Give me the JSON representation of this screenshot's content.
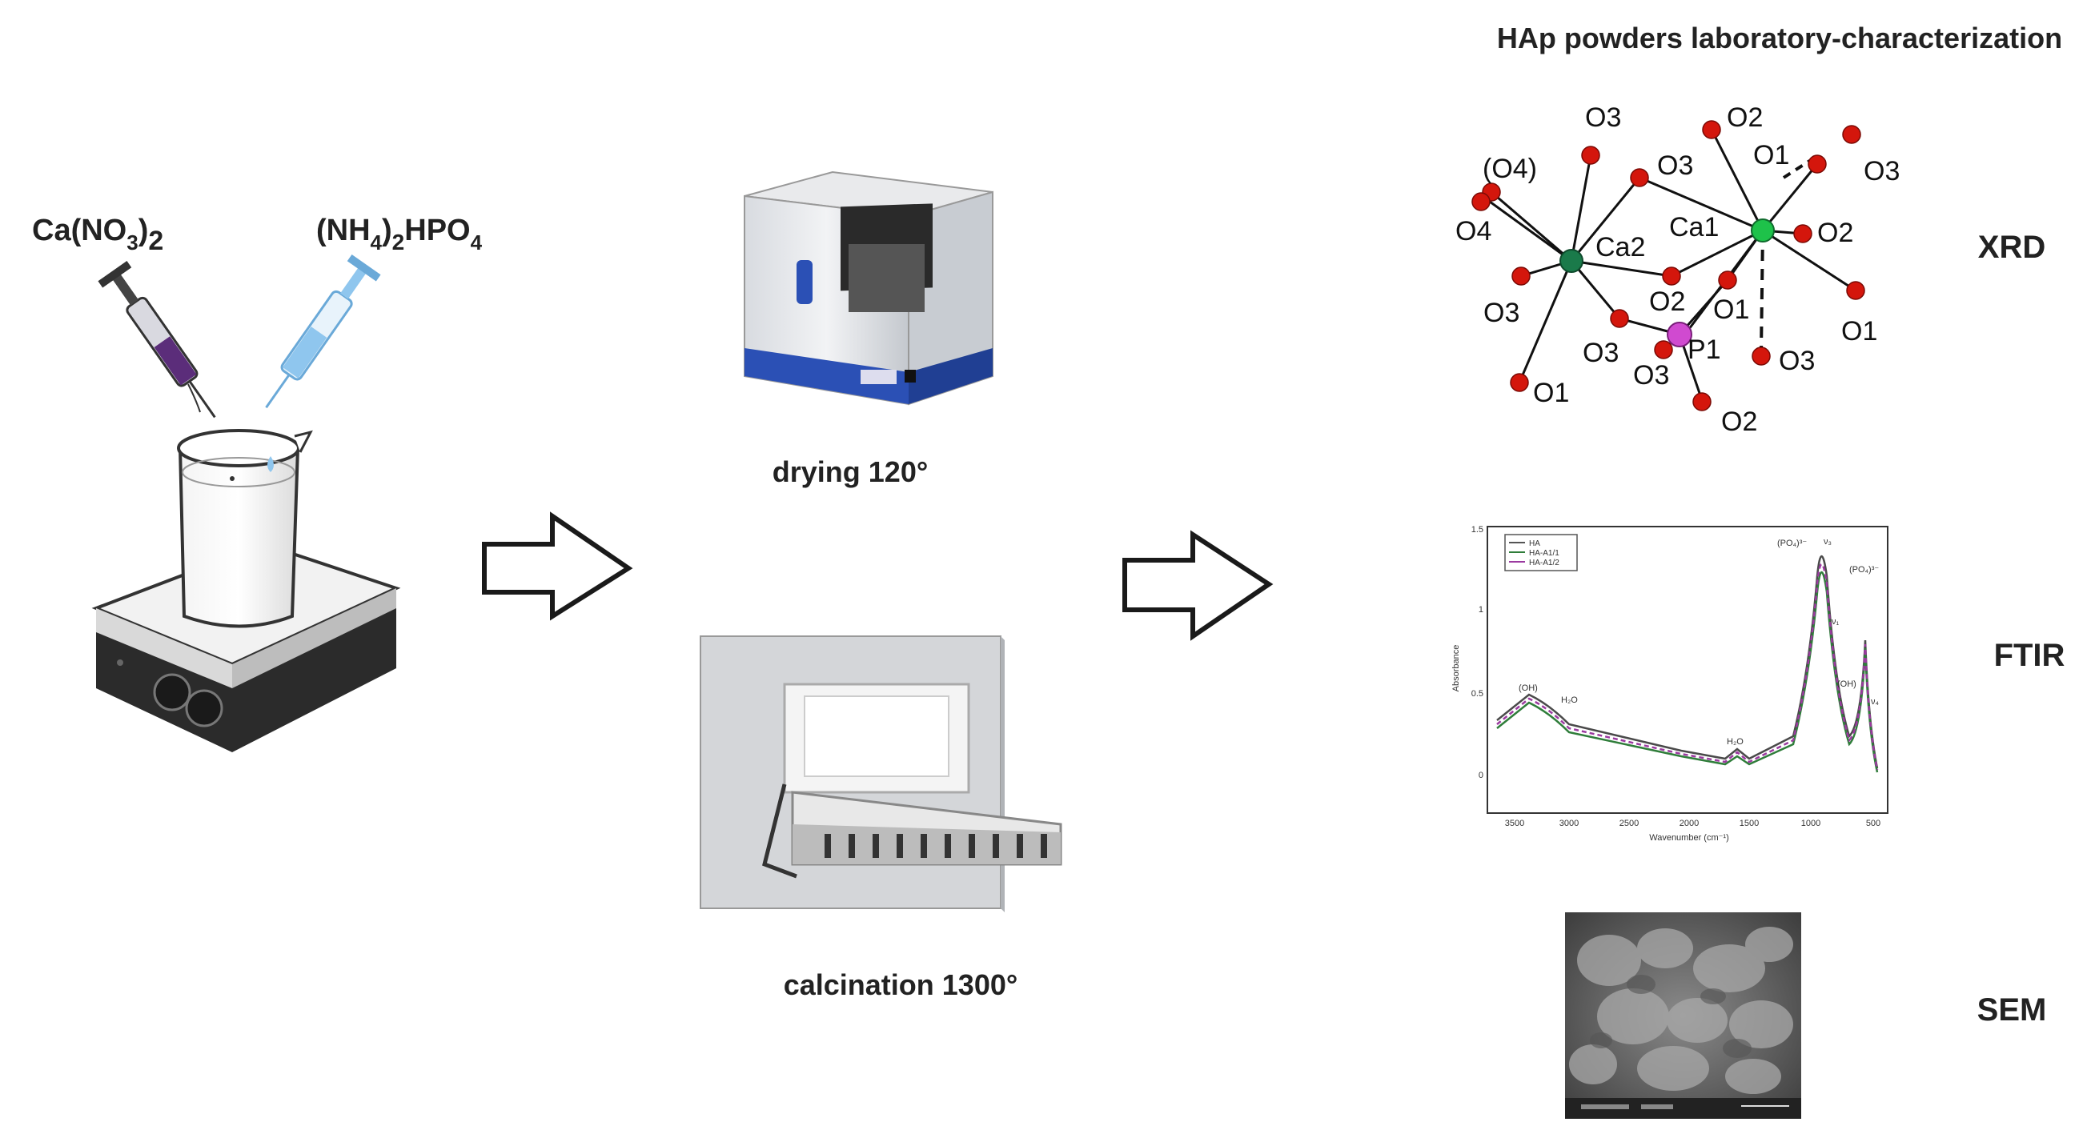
{
  "reagents": {
    "calcium_nitrate": {
      "base": "Ca(NO",
      "sub1": "3",
      "close": ")",
      "sub2": "2"
    },
    "ammonium_phosphate": {
      "open": "(NH",
      "sub1": "4",
      "close": ")",
      "sub2": "2",
      "mid": "HPO",
      "sub3": "4"
    }
  },
  "steps": {
    "drying": "drying 120°",
    "calcination": "calcination 1300°"
  },
  "characterization": {
    "title": "HAp powders laboratory-characterization",
    "methods": [
      "XRD",
      "FTIR",
      "SEM"
    ]
  },
  "xrd_atoms": {
    "O3_top": "O3",
    "O4_paren": "(O4)",
    "O3_mid": "O3",
    "O2_top": "O2",
    "O1_top": "O1",
    "O3_right": "O3",
    "O4": "O4",
    "Ca2": "Ca2",
    "Ca1": "Ca1",
    "O2_right": "O2",
    "O2_mid": "O2",
    "O1_mid": "O1",
    "O1_right": "O1",
    "O3_left": "O3",
    "O3_low": "O3",
    "P1": "P1",
    "O3_low2": "O3",
    "O3_lowright": "O3",
    "O1_bottom": "O1",
    "O2_bottom": "O2"
  },
  "ftir_chart": {
    "legend": [
      "HA",
      "HA-A1/1",
      "HA-A1/2"
    ],
    "xlabel": "Wavenumber (cm⁻¹)",
    "ylabel": "Absorbance",
    "x_ticks": [
      "3500",
      "3000",
      "2500",
      "2000",
      "1500",
      "1000",
      "500"
    ],
    "y_ticks": [
      "1.5",
      "1",
      "0.5",
      "0"
    ],
    "annotations": [
      "(OH)",
      "H₂O",
      "H₂O",
      "(PO₄)³⁻",
      "ν₃",
      "ν₁",
      "(PO₄)³⁻",
      "(OH)",
      "ν₄"
    ]
  }
}
